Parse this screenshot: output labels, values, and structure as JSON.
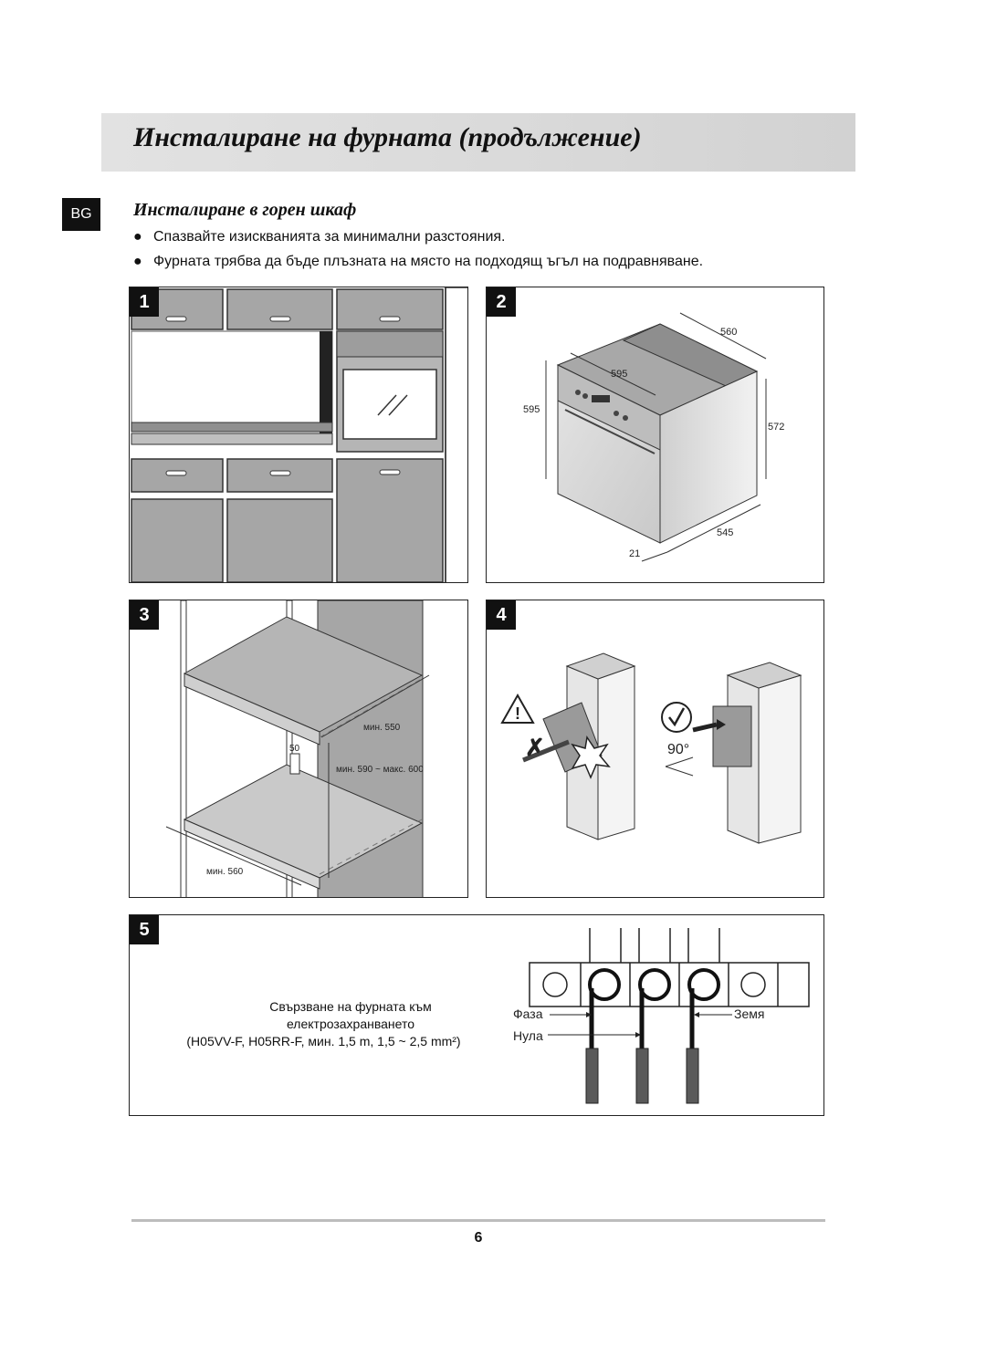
{
  "header": {
    "title": "Инсталиране на фурната (продължение)"
  },
  "lang_tab": "BG",
  "section": {
    "title": "Инсталиране в горен шкаф",
    "bullets": [
      "Спазвайте изискванията за минимални разстояния.",
      "Фурната трябва да бъде плъзната на място на подходящ ъгъл на подравняване."
    ]
  },
  "figures": {
    "f1": {
      "number": "1"
    },
    "f2": {
      "number": "2",
      "dims": {
        "width": "595",
        "height": "595",
        "depth": "560",
        "side_height": "572",
        "body_depth": "545",
        "front": "21"
      }
    },
    "f3": {
      "number": "3",
      "dims": {
        "depth_min": "мин. 550",
        "vent": "50",
        "height": "мин. 590 ~ макс. 600",
        "width_min": "мин. 560"
      }
    },
    "f4": {
      "number": "4",
      "angle": "90°"
    },
    "f5": {
      "number": "5",
      "caption_line1": "Свързване на фурната към",
      "caption_line2": "електрозахранването",
      "caption_line3": "(H05VV-F, H05RR-F, мин. 1,5 m, 1,5 ~ 2,5 mm²)",
      "label_phase": "Фаза",
      "label_neutral": "Нула",
      "label_earth": "Земя"
    }
  },
  "footer": {
    "page_number": "6"
  },
  "colors": {
    "title_band": "#d9d9d9",
    "tab_bg": "#111111",
    "cabinet_fill": "#a6a6a6",
    "cable_fill": "#5a5a5a"
  }
}
